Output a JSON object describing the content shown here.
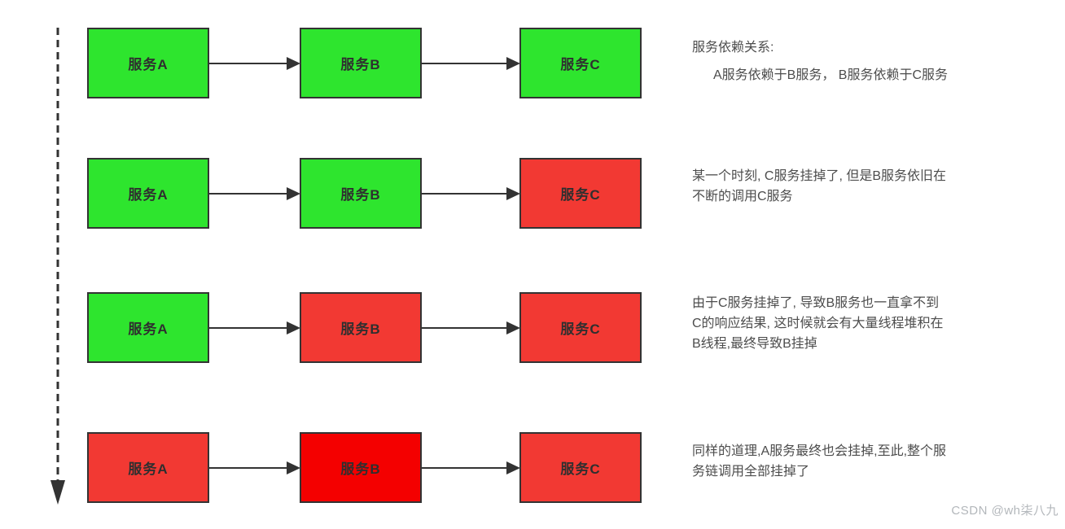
{
  "diagram": {
    "colors": {
      "up": "#2EE52E",
      "down": "#F23933",
      "down_bright": "#F40000",
      "stroke": "#333333"
    },
    "rows": [
      {
        "boxes": [
          {
            "label": "服务A",
            "status": "up"
          },
          {
            "label": "服务B",
            "status": "up"
          },
          {
            "label": "服务C",
            "status": "up"
          }
        ],
        "annotation": [
          "服务依赖关系:",
          "A服务依赖于B服务， B服务依赖于C服务"
        ]
      },
      {
        "boxes": [
          {
            "label": "服务A",
            "status": "up"
          },
          {
            "label": "服务B",
            "status": "up"
          },
          {
            "label": "服务C",
            "status": "down"
          }
        ],
        "annotation": [
          "某一个时刻, C服务挂掉了, 但是B服务依旧在",
          "不断的调用C服务"
        ]
      },
      {
        "boxes": [
          {
            "label": "服务A",
            "status": "up"
          },
          {
            "label": "服务B",
            "status": "down"
          },
          {
            "label": "服务C",
            "status": "down"
          }
        ],
        "annotation": [
          "由于C服务挂掉了, 导致B服务也一直拿不到",
          "C的响应结果, 这时候就会有大量线程堆积在",
          "B线程,最终导致B挂掉"
        ]
      },
      {
        "boxes": [
          {
            "label": "服务A",
            "status": "down"
          },
          {
            "label": "服务B",
            "status": "down_bright"
          },
          {
            "label": "服务C",
            "status": "down"
          }
        ],
        "annotation": [
          "同样的道理,A服务最终也会挂掉,至此,整个服",
          "务链调用全部挂掉了"
        ]
      }
    ]
  },
  "watermark": "CSDN @wh柒八九"
}
